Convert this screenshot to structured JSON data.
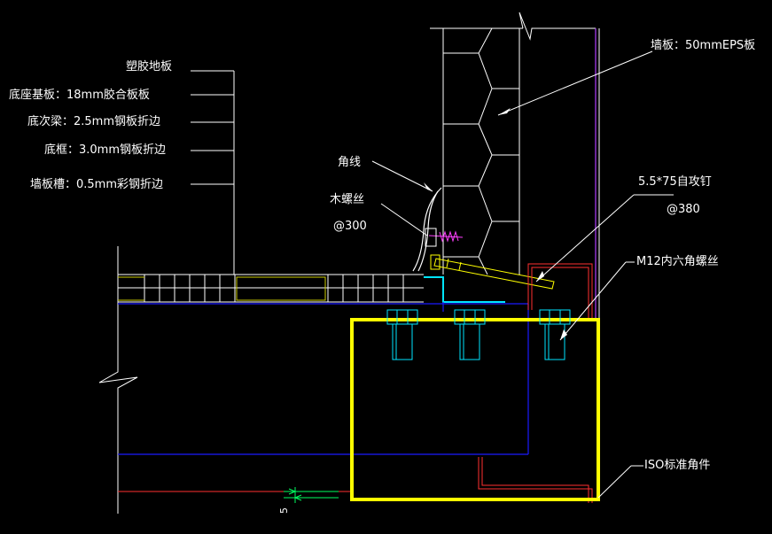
{
  "labels": {
    "floor_vinyl": "塑胶地板",
    "base_board": "底座基板：18mm胶合板板",
    "sub_beam": "底次梁：2.5mm钢板折边",
    "bottom_frame": "底框：3.0mm钢板折边",
    "wall_channel": "墙板槽：0.5mm彩钢折边",
    "corner_trim": "角线",
    "wood_screw": "木螺丝",
    "wood_screw_spacing": "@300",
    "wall_panel": "墙板：50mmEPS板",
    "self_tap_screw": "5.5*75自攻钉",
    "self_tap_spacing": "@380",
    "hex_bolt": "M12内六角螺丝",
    "iso_corner": "ISO标准角件",
    "dim_5": "5"
  },
  "colors": {
    "background": "#000000",
    "line_white": "#ffffff",
    "yellow": "#ffff00",
    "blue": "#1a1aff",
    "cyan": "#00e5ff",
    "red": "#ff3030",
    "magenta": "#ff40ff",
    "purple": "#b040ff",
    "green": "#00ff60"
  }
}
